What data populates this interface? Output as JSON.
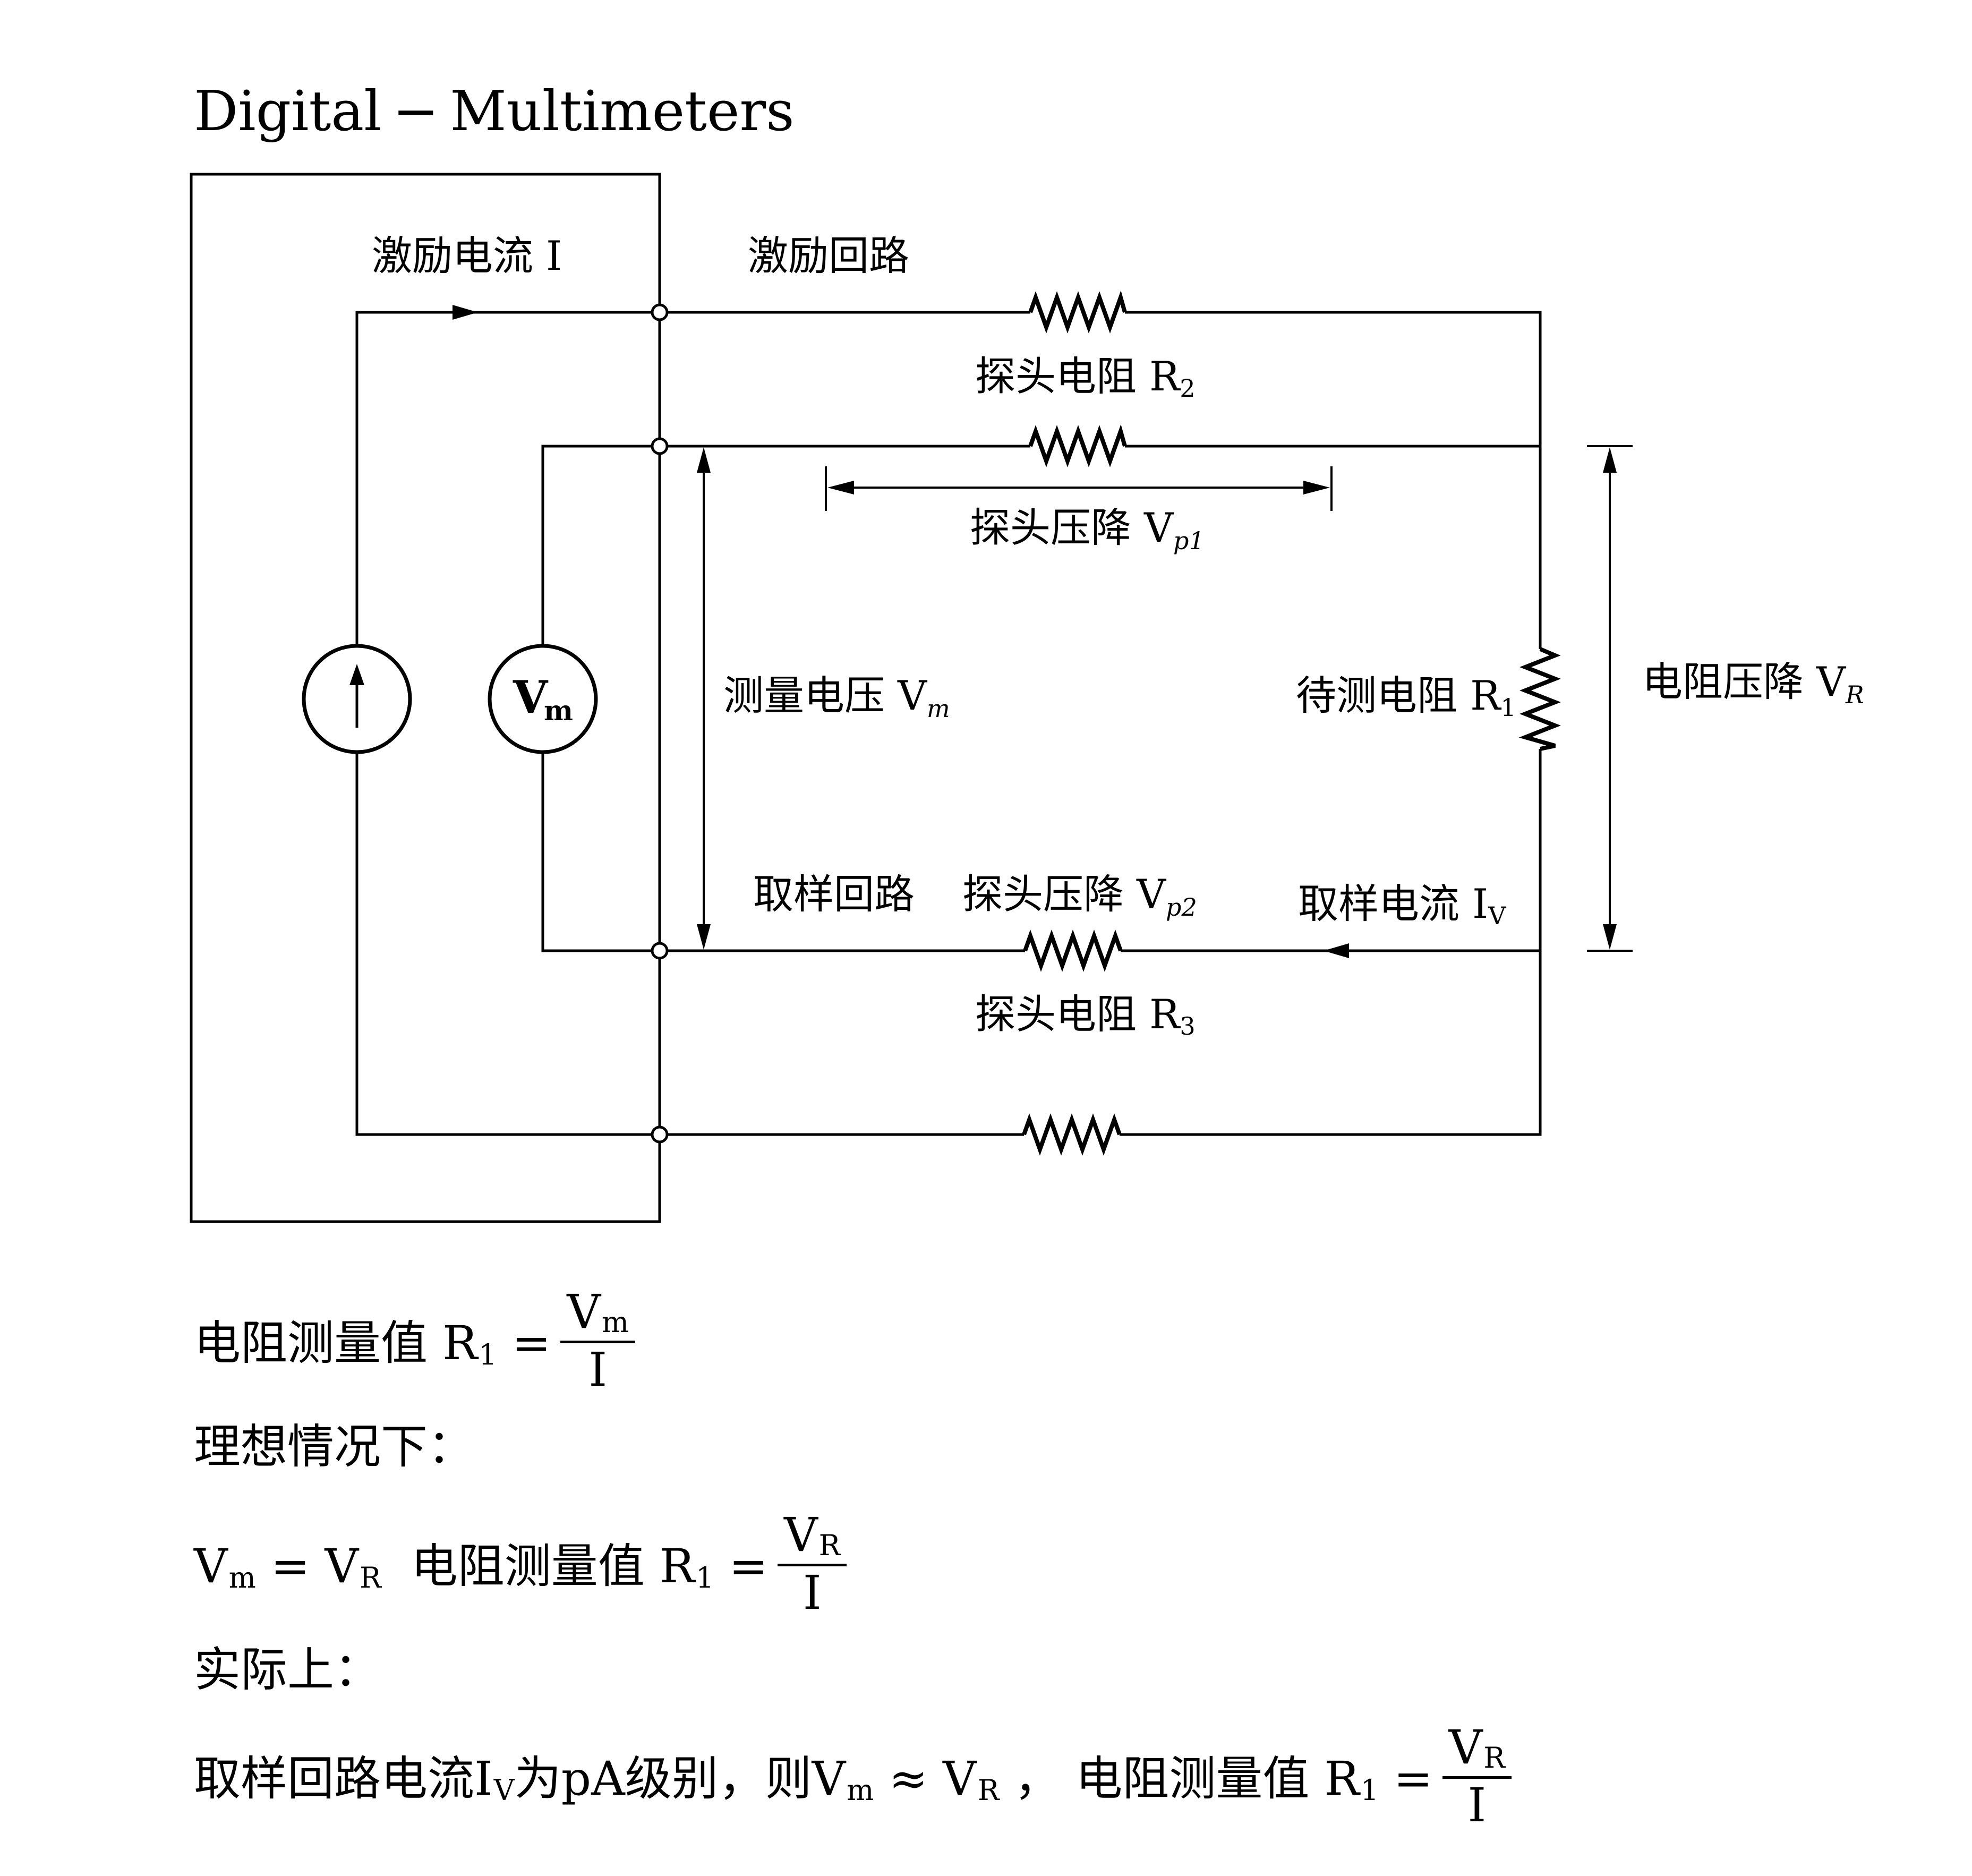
{
  "title": "Digital − Multimeters",
  "labels": {
    "excitation_current": "激励电流 I",
    "excitation_loop": "激励回路",
    "probe_r2": "探头电阻 R",
    "probe_r2_sub": "2",
    "probe_vp1": "探头压降 V",
    "probe_vp1_sub": "p1",
    "measure_voltage": "测量电压 V",
    "measure_voltage_sub": "m",
    "dut_r1": "待测电阻 R",
    "dut_r1_sub": "1",
    "resistor_drop": "电阻压降 V",
    "resistor_drop_sub": "R",
    "sampling_loop": "取样回路",
    "probe_vp2": "探头压降 V",
    "probe_vp2_sub": "p2",
    "sampling_current": "取样电流 I",
    "sampling_current_sub": "V",
    "probe_r3": "探头电阻 R",
    "probe_r3_sub": "3",
    "voltmeter_symbol": "V",
    "voltmeter_symbol_sub": "m"
  },
  "formulas": {
    "line1": {
      "text": "电阻测量值 R",
      "r_sub": "1",
      "eq": "=",
      "num": "V",
      "num_sub": "m",
      "den": "I"
    },
    "line2": {
      "text": "理想情况下："
    },
    "line3": {
      "lhs": "V",
      "lhs_sub": "m",
      "eq": "=",
      "rhs": "V",
      "rhs_sub": "R",
      "text": "电阻测量值 R",
      "r_sub": "1",
      "eq2": "=",
      "num": "V",
      "num_sub": "R",
      "den": "I"
    },
    "line4": {
      "text": "实际上："
    },
    "line5": {
      "text_a": "取样回路电流I",
      "iv_sub": "V",
      "text_b": "为pA级别，则V",
      "vm_sub": "m",
      "approx": "≈",
      "vr": "V",
      "vr_sub": "R",
      "text_c": "，",
      "text_d": "电阻测量值 R",
      "r_sub": "1",
      "eq": "=",
      "num": "V",
      "num_sub": "R",
      "den": "I"
    }
  }
}
